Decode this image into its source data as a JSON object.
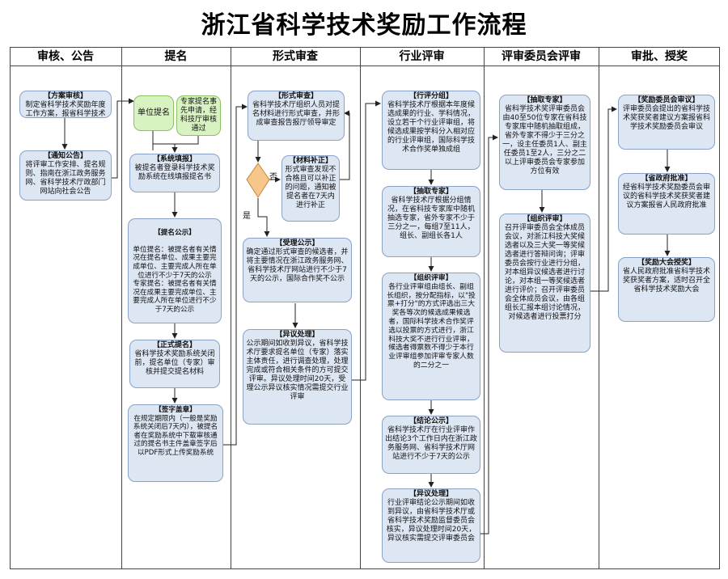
{
  "title": "浙江省科学技术奖励工作流程",
  "columns": [
    "审核、公告",
    "提名",
    "形式审查",
    "行业评审",
    "评审委员会评审",
    "审批、授奖"
  ],
  "colors": {
    "box_fill": "#dde6f3",
    "box_border": "#8aa2c6",
    "start_fill": "#d9f2c2",
    "decision_fill": "#f6c68a"
  },
  "boxes": {
    "plan_review": {
      "title": "【方案审核】",
      "text": "制定省科学技术奖励年度工作方案，报省科学技术奖励委员会审核"
    },
    "notice": {
      "title": "【通知公告】",
      "text": "将评审工作安排、提名规则、指南在浙江政务服务网、省科学技术厅政部门网站向社会公告"
    },
    "unit_nomination": {
      "text": "单位提名"
    },
    "expert_nomination": {
      "text": "专家提名事先申请，经科技厅审核通过"
    },
    "system_fill": {
      "title": "【系统填报】",
      "text": "被提名者登录科学技术奖励系统在线填报提名书"
    },
    "nomination_notice": {
      "title": "【提名公示】",
      "text": "单位提名：被提名者有关情况在提名单位、成果主要完成单位、主要完成人所在单位进行不少于7天的公示\n专家提名：被提名者有关情况在成果主要完成单位、主要完成人所在单位进行不少于7天的公示"
    },
    "formal_nomination": {
      "title": "【正式提名】",
      "text": "省科学技术奖励系统关闭前，提名单位（专家）审核并提交提名材料"
    },
    "sign_seal": {
      "title": "【签字盖章】",
      "text": "在规定期限内（一般是奖励系统关闭后7天内），被提名者在奖励系统中下载审核通过的提名书主件盖章签字后以PDF形式上传奖励系统"
    },
    "formal_review": {
      "title": "【形式审查】",
      "text": "省科学技术厅组织人员对提名材料进行形式审查，并形成审查报告报厅领导审定"
    },
    "material_supplement": {
      "title": "【材料补正】",
      "text": "形式审查发现不合格且可以补正的问题，通知被提名者在7天内进行补正"
    },
    "decision_no": "否",
    "decision_yes": "是",
    "acceptance_notice": {
      "title": "【受理公示】",
      "text": "确定通过形式审查的候选者，并将主要情况在浙江政务服务网、省科学技术厅网站进行不少于7天的公示，国际合作奖不公示"
    },
    "objection_1": {
      "title": "【异议处理】",
      "text": "公示期间如收到异议，省科学技术厅要求提名单位（专家）落实主体责任，进行调查处理，处理完成或符合相关条件的方可提交评审。异议处理时间20天，受理公示异议核实情况需提交行业评审"
    },
    "group_setup": {
      "title": "【行评分组】",
      "text": "省科学技术厅根据本年度候选成果的行业、学科情况，设立若干个行业评审组，将候选成果按学科分入相对应的行业评审组，国际科学技术合作奖单独成组"
    },
    "expert_draw_1": {
      "title": "【抽取专家】",
      "text": "省科学技术厅根据分组情况，在省科技专家库中随机抽选专家，省外专家不少于三分之一，每组7至11人，组长、副组长各1人"
    },
    "group_review": {
      "title": "【组织评审】",
      "text": "各行业评审组由组长、副组长组织，按分配指标，以\"投票+打分\"的方式评选出三大奖各等次的候选成果候选者，国际科学技术合作奖评选以投票的方式进行，浙江科技大奖不进行行业评审，候选者得票数不得少于本行业评审组参加评审专家人数的二分之一"
    },
    "result_notice": {
      "title": "【结论公示】",
      "text": "省科学技术厅在行业评审作出结论3个工作日内在浙江政务服务网、省科学技术厅网站进行不少于7天的公示"
    },
    "objection_2": {
      "title": "【异议处理】",
      "text": "行业评审结论公示期间如收到异议，由省科学技术厅或省科学技术奖励监督委员会核实，异议处理时间20天，异议核实需提交评审委员会"
    },
    "expert_draw_2": {
      "title": "【抽取专家】",
      "text": "省科学技术奖评审委员会由40至50位专家在省科技专家库中随机抽取组成，省外专家不得少于三分之一，设主任委员1人、副主任委员1至2人，三分之二以上评审委员会专家参加方位有效"
    },
    "committee_review": {
      "title": "【组织评审】",
      "text": "召开评审委员会全体成员会议，对浙江科技大奖候选者以及三大奖一等奖候选者进行答辩问询；评审委员会按行业进行分组，对本组异议候选者进行讨论，对本组一等奖候选者进行评价；召开评审委员会全体成员会议，由各组组长汇报本组讨论情况，对候选者进行投票打分"
    },
    "award_committee": {
      "title": "【奖励委员会审议】",
      "text": "评审委员会提出的省科学技术奖获奖者建议方案报省科学技术奖励委员会审议"
    },
    "gov_approval": {
      "title": "【省政府批准】",
      "text": "经省科学技术奖励委员会审议的省科学技术奖获奖者建议方案报省人民政府批准"
    },
    "award_ceremony": {
      "title": "【奖励大会授奖】",
      "text": "省人民政府批准省科学技术奖获奖者方案，适时召开全省科学技术奖励大会"
    }
  }
}
